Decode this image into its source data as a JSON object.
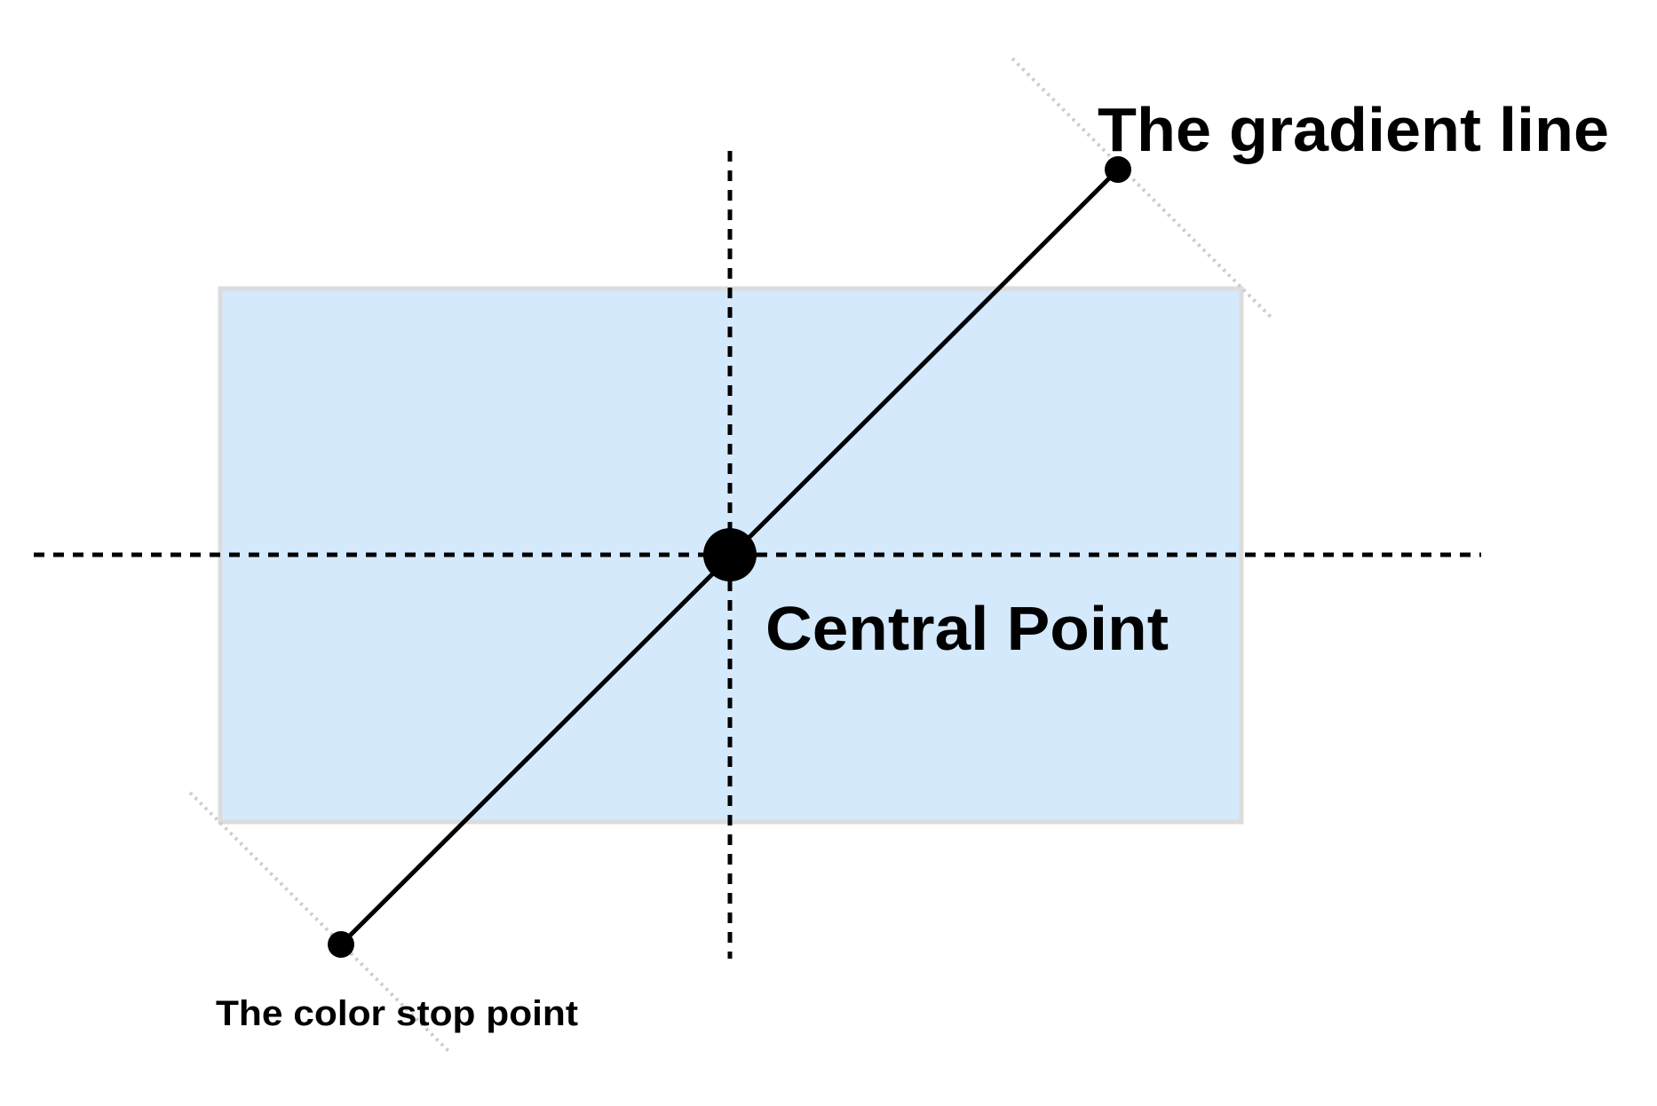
{
  "diagram": {
    "labels": {
      "gradient_line": "The gradient line",
      "central_point": "Central Point",
      "color_stop_point": "The color stop point"
    },
    "colors": {
      "box_fill": "#d4e9fb",
      "box_border": "#dcdcdc",
      "line": "#000000",
      "guide": "#cccccc"
    }
  }
}
